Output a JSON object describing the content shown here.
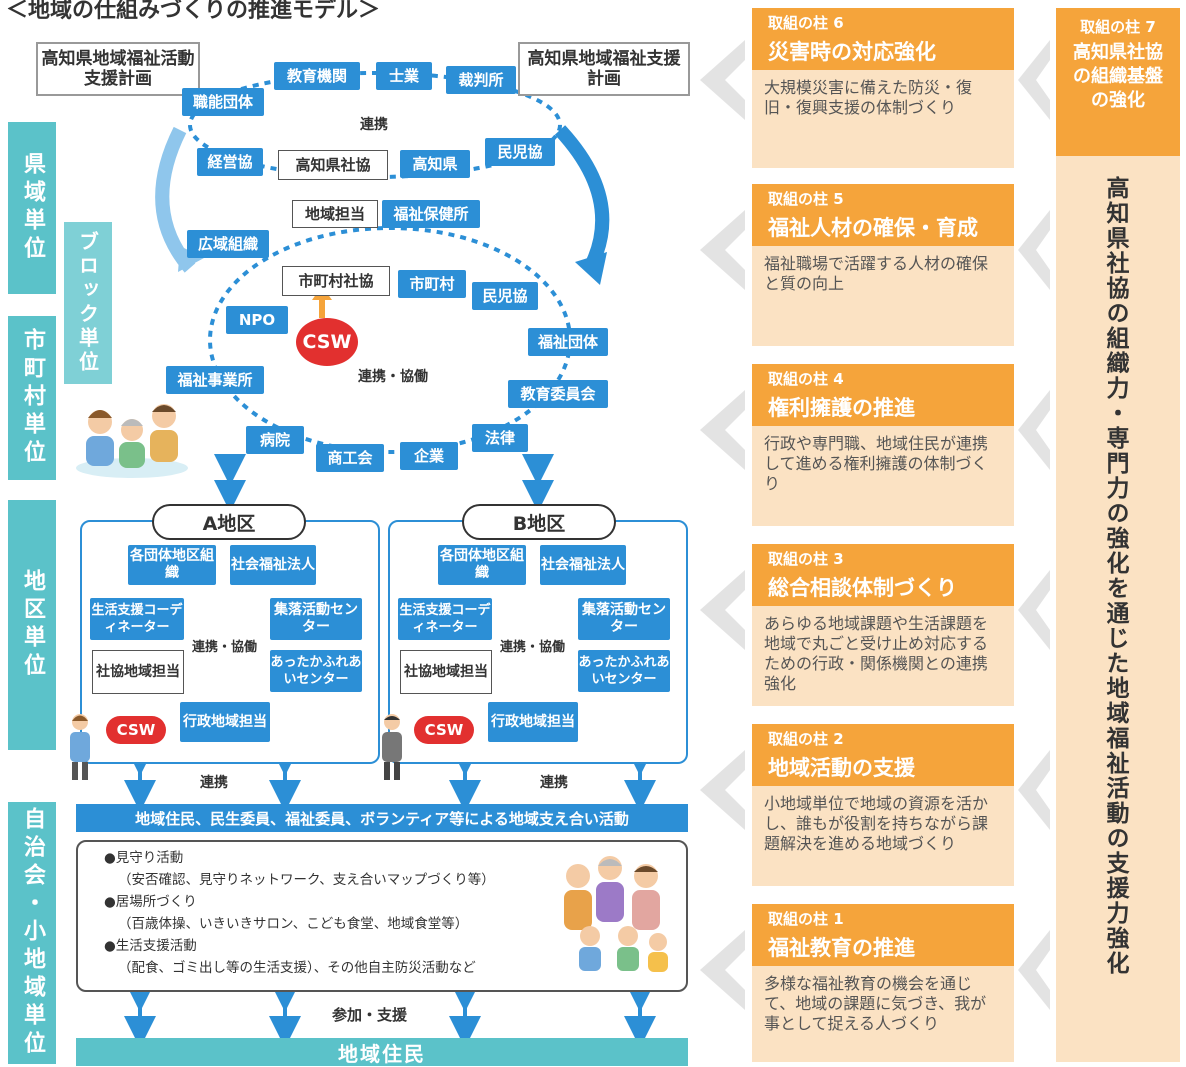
{
  "title": "＜地域の仕組みづくりの推進モデル＞",
  "levels": {
    "prefecture": "県域単位",
    "block": "ブロック単位",
    "municipal": "市町村単位",
    "district": "地区単位",
    "community": "自治会・小地域単位"
  },
  "plans": {
    "left": "高知県地域福祉活動支援計画",
    "right": "高知県地域福祉支援計画"
  },
  "outer_ring": {
    "nodes": [
      "職能団体",
      "教育機関",
      "士業",
      "裁判所",
      "経営協",
      "高知県社協",
      "高知県",
      "民児協"
    ],
    "label": "連携"
  },
  "inner_ring": {
    "nodes": [
      "地域担当",
      "福祉保健所",
      "広域組織",
      "市町村社協",
      "市町村",
      "民児協",
      "NPO",
      "福祉団体",
      "福祉事業所",
      "教育委員会",
      "病院",
      "商工会",
      "企業",
      "法律"
    ],
    "csw": "CSW",
    "label": "連携・協働"
  },
  "districts": [
    {
      "label": "A地区",
      "nodes": [
        "各団体地区組織",
        "社会福祉法人",
        "生活支援コーディネーター",
        "集落活動センター",
        "社協地域担当",
        "あったかふれあいセンター",
        "行政地域担当"
      ],
      "csw": "CSW",
      "center": "連携・協働"
    },
    {
      "label": "B地区",
      "nodes": [
        "各団体地区組織",
        "社会福祉法人",
        "生活支援コーディネーター",
        "集落活動センター",
        "社協地域担当",
        "あったかふれあいセンター",
        "行政地域担当"
      ],
      "csw": "CSW",
      "center": "連携・協働"
    }
  ],
  "link_label": "連携",
  "support_band": "地域住民、民生委員、福祉委員、ボランティア等による地域支え合い活動",
  "activities": [
    {
      "title": "●見守り活動",
      "detail": "（安否確認、見守りネットワーク、支え合いマップづくり等）"
    },
    {
      "title": "●居場所づくり",
      "detail": "（百歳体操、いきいきサロン、こども食堂、地域食堂等）"
    },
    {
      "title": "●生活支援活動",
      "detail": "（配食、ゴミ出し等の生活支援）、その他自主防災活動など"
    }
  ],
  "participation": "参加・支援",
  "residents": "地域住民",
  "pillars": [
    {
      "num": "取組の柱 6",
      "title": "災害時の対応強化",
      "desc": "大規模災害に備えた防災・復旧・復興支援の体制づくり"
    },
    {
      "num": "取組の柱 5",
      "title": "福祉人材の確保・育成",
      "desc": "福祉職場で活躍する人材の確保と質の向上"
    },
    {
      "num": "取組の柱 4",
      "title": "権利擁護の推進",
      "desc": "行政や専門職、地域住民が連携して進める権利擁護の体制づくり"
    },
    {
      "num": "取組の柱 3",
      "title": "総合相談体制づくり",
      "desc": "あらゆる地域課題や生活課題を地域で丸ごと受け止め対応するための行政・関係機関との連携強化"
    },
    {
      "num": "取組の柱 2",
      "title": "地域活動の支援",
      "desc": "小地域単位で地域の資源を活かし、誰もが役割を持ちながら課題解決を進める地域づくり"
    },
    {
      "num": "取組の柱 1",
      "title": "福祉教育の推進",
      "desc": "多様な福祉教育の機会を通じて、地域の課題に気づき、我が事として捉える人づくり"
    }
  ],
  "pillar7": {
    "num": "取組の柱 7",
    "title": "高知県社協の組織基盤の強化",
    "body": "高知県社協の組織力・専門力の強化を通じた地域福祉活動の支援力強化"
  },
  "colors": {
    "blue": "#2c8fd6",
    "teal": "#5bc2c9",
    "orange": "#f5a43b",
    "beige": "#fbe2c3",
    "red": "#e2302f"
  }
}
